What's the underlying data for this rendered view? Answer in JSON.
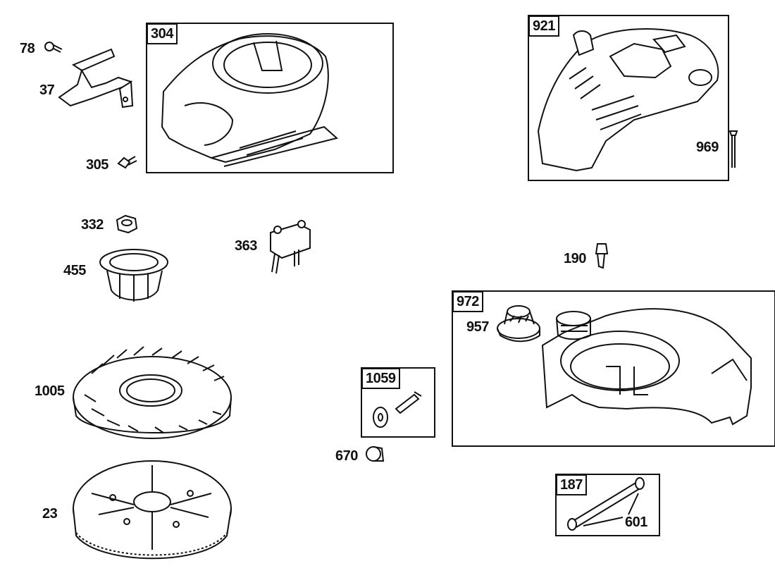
{
  "labels": {
    "p78": "78",
    "p37": "37",
    "p305": "305",
    "p304": "304",
    "p921": "921",
    "p969": "969",
    "p332": "332",
    "p455": "455",
    "p363": "363",
    "p190": "190",
    "p972": "972",
    "p957": "957",
    "p1005": "1005",
    "p1059": "1059",
    "p670": "670",
    "p23": "23",
    "p187": "187",
    "p601": "601"
  }
}
